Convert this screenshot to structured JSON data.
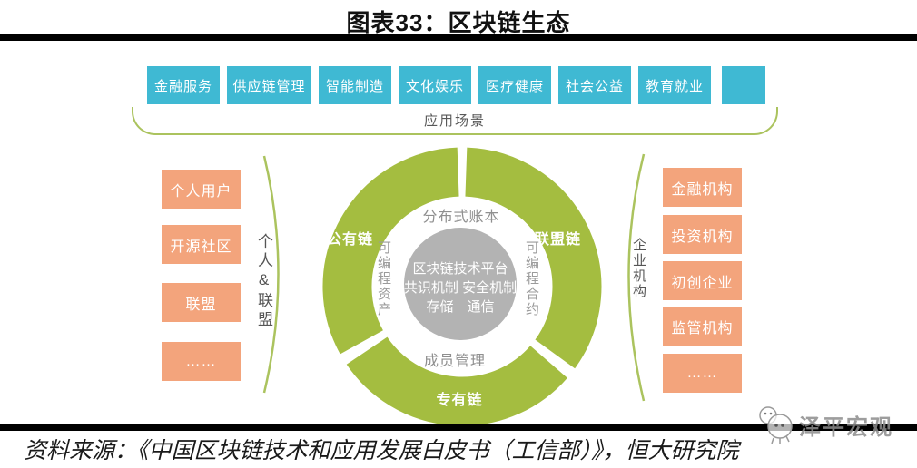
{
  "title": "图表33：区块链生态",
  "colors": {
    "teal": "#3fb9d3",
    "orange": "#f3a47c",
    "ring_green": "#a4bd40",
    "bracket_green": "#abc35e",
    "core_gray": "#b3b3b3",
    "gray_text": "#8f8f8f"
  },
  "app_scenarios": {
    "label": "应用场景",
    "items": [
      "金融服务",
      "供应链管理",
      "智能制造",
      "文化娱乐",
      "医疗健康",
      "社会公益",
      "教育就业"
    ]
  },
  "left_group": {
    "bracket_label": "个人&联盟",
    "items": [
      "个人用户",
      "开源社区",
      "联盟",
      "……"
    ]
  },
  "right_group": {
    "bracket_label": "企业机构",
    "items": [
      "金融机构",
      "投资机构",
      "初创企业",
      "监管机构",
      "……"
    ]
  },
  "ring": {
    "segment_left": "公有链",
    "segment_right": "联盟链",
    "segment_bottom": "专有链",
    "inner_top": "分布式账本",
    "inner_bottom": "成员管理",
    "inner_left": "可编程资产",
    "inner_right": "可编程合约"
  },
  "core": {
    "line1": "区块链技术平台",
    "line2": "共识机制 安全机制",
    "line3": "存储　通信"
  },
  "source": "资料来源：《中国区块链技术和应用发展白皮书（工信部）》，恒大研究院",
  "watermark": "泽平宏观"
}
